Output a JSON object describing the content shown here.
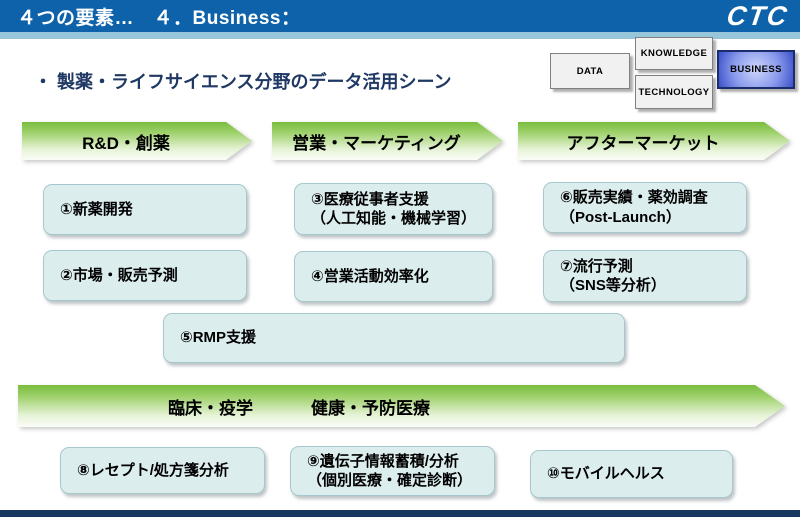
{
  "colors": {
    "header_bar": "#0E62A9",
    "header_strip": "#97C6DA",
    "title_navy": "#1F3864",
    "arrow_green": "#79BD3E",
    "usecase_box_fill": "#DCEDEE",
    "usecase_box_border": "#A6C8CD",
    "business_box_blue": "#3B51C9",
    "footer_bar": "#17375E"
  },
  "header": {
    "title": "４つの要素…　４．Business：",
    "logo": "CTC"
  },
  "elements": {
    "data": "DATA",
    "knowledge": "KNOWLEDGE",
    "technology": "TECHNOLOGY",
    "business": "BUSINESS"
  },
  "subtitle": "・ 製薬・ライフサイエンス分野のデータ活用シーン",
  "arrows": {
    "rd": "R&D・創薬",
    "sales": "営業・マーケティング",
    "aftermarket": "アフターマーケット",
    "clinical": "臨床・疫学",
    "health": "健康・予防医療"
  },
  "boxes": {
    "b1": {
      "line1": "①新薬開発"
    },
    "b2": {
      "line1": "②市場・販売予測"
    },
    "b3": {
      "line1": "③医療従事者支援",
      "line2": "（人工知能・機械学習）"
    },
    "b4": {
      "line1": "④営業活動効率化"
    },
    "b5": {
      "line1": "⑤RMP支援"
    },
    "b6": {
      "line1": "⑥販売実績・薬効調査",
      "line2": "（Post-Launch）"
    },
    "b7": {
      "line1": "⑦流行予測",
      "line2": "（SNS等分析）"
    },
    "b8": {
      "line1": "⑧レセプト/処方箋分析"
    },
    "b9": {
      "line1": "⑨遺伝子情報蓄積/分析",
      "line2": "（個別医療・確定診断）"
    },
    "b10": {
      "line1": "⑩モバイルヘルス"
    }
  }
}
